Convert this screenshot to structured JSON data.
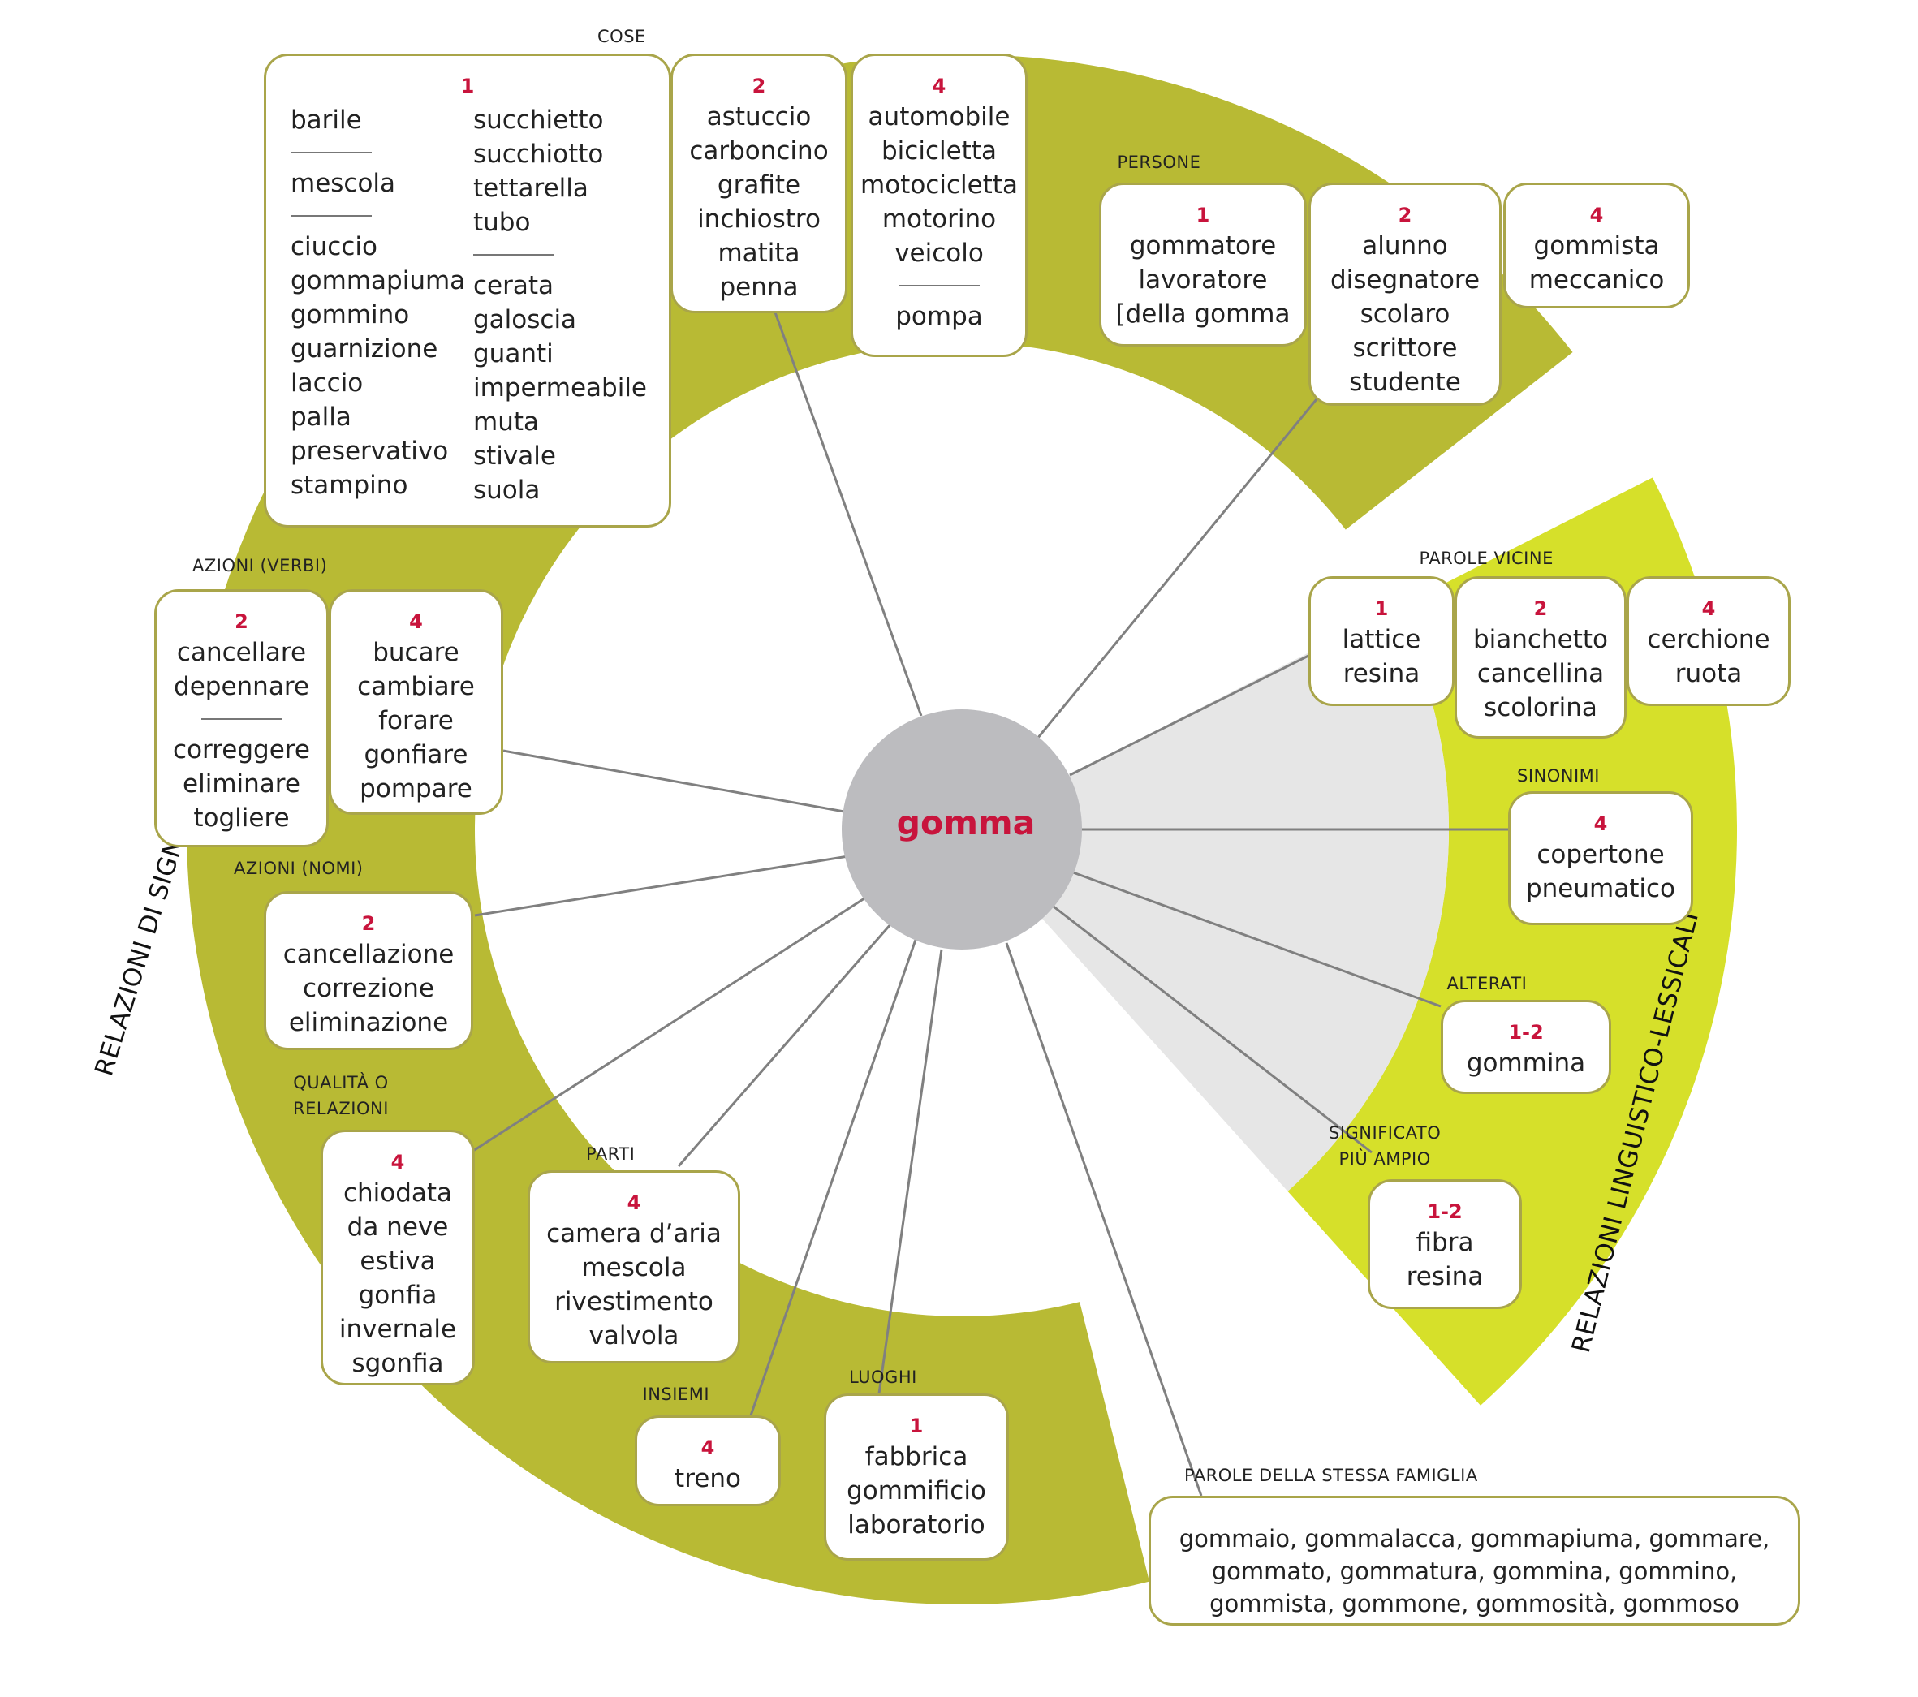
{
  "colors": {
    "dark_band": "#b8ba34",
    "light_band": "#d6e02a",
    "grey_wedge": "#e6e6e6",
    "center_circle": "#bcbcbf",
    "number": "#c8143c",
    "line": "#808080"
  },
  "center": "gomma",
  "side_left": "RELAZIONI DI SIGNIFICATO",
  "side_right": "RELAZIONI LINGUISTICO-LESSICALI",
  "categories": {
    "cose": "COSE",
    "persone": "PERSONE",
    "azioni_verbi": "AZIONI (VERBI)",
    "azioni_nomi": "AZIONI (NOMI)",
    "qualita_1": "QUALITÀ O",
    "qualita_2": "RELAZIONI",
    "parti": "PARTI",
    "insiemi": "INSIEMI",
    "luoghi": "LUOGHI",
    "parole_vicine": "PAROLE VICINE",
    "sinonimi": "SINONIMI",
    "alterati": "ALTERATI",
    "significato_1": "SIGNIFICATO",
    "significato_2": "PIÙ AMPIO",
    "famiglia": "PAROLE DELLA STESSA FAMIGLIA"
  },
  "boxes": {
    "cose1": {
      "num": "1",
      "left": [
        [
          "barile"
        ],
        [
          "mescola"
        ],
        [
          "ciuccio",
          "gommapiuma",
          "gommino",
          "guarnizione",
          "laccio",
          "palla",
          "preservativo",
          "stampino"
        ]
      ],
      "right": [
        [
          "succhietto",
          "succhiotto",
          "tettarella",
          "tubo"
        ],
        [
          "cerata",
          "galoscia",
          "guanti",
          "impermeabile",
          "muta",
          "stivale",
          "suola"
        ]
      ]
    },
    "cose2": {
      "num": "2",
      "groups": [
        [
          "astuccio",
          "carboncino",
          "grafite",
          "inchiostro",
          "matita",
          "penna"
        ]
      ]
    },
    "cose4": {
      "num": "4",
      "groups": [
        [
          "automobile",
          "bicicletta",
          "motocicletta",
          "motorino",
          "veicolo"
        ],
        [
          "pompa"
        ]
      ]
    },
    "persone1": {
      "num": "1",
      "groups": [
        [
          "gommatore",
          "lavoratore",
          "[della gomma"
        ]
      ]
    },
    "persone2": {
      "num": "2",
      "groups": [
        [
          "alunno",
          "disegnatore",
          "scolaro",
          "scrittore",
          "studente"
        ]
      ]
    },
    "persone4": {
      "num": "4",
      "groups": [
        [
          "gommista",
          "meccanico"
        ]
      ]
    },
    "verbi2": {
      "num": "2",
      "groups": [
        [
          "cancellare",
          "depennare"
        ],
        [
          "correggere",
          "eliminare",
          "togliere"
        ]
      ]
    },
    "verbi4": {
      "num": "4",
      "groups": [
        [
          "bucare",
          "cambiare",
          "forare",
          "gonfiare",
          "pompare"
        ]
      ]
    },
    "nomi2": {
      "num": "2",
      "groups": [
        [
          "cancellazione",
          "correzione",
          "eliminazione"
        ]
      ]
    },
    "qualita4": {
      "num": "4",
      "groups": [
        [
          "chiodata",
          "da neve",
          "estiva",
          "gonfia",
          "invernale",
          "sgonfia"
        ]
      ]
    },
    "parti4": {
      "num": "4",
      "groups": [
        [
          "camera d’aria",
          "mescola",
          "rivestimento",
          "valvola"
        ]
      ]
    },
    "insiemi4": {
      "num": "4",
      "groups": [
        [
          "treno"
        ]
      ]
    },
    "luoghi1": {
      "num": "1",
      "groups": [
        [
          "fabbrica",
          "gommificio",
          "laboratorio"
        ]
      ]
    },
    "vicine1": {
      "num": "1",
      "groups": [
        [
          "lattice",
          "resina"
        ]
      ]
    },
    "vicine2": {
      "num": "2",
      "groups": [
        [
          "bianchetto",
          "cancellina",
          "scolorina"
        ]
      ]
    },
    "vicine4": {
      "num": "4",
      "groups": [
        [
          "cerchione",
          "ruota"
        ]
      ]
    },
    "sinonimi4": {
      "num": "4",
      "groups": [
        [
          "copertone",
          "pneumatico"
        ]
      ]
    },
    "alterati12": {
      "num": "1-2",
      "groups": [
        [
          "gommina"
        ]
      ]
    },
    "significato12": {
      "num": "1-2",
      "groups": [
        [
          "fibra",
          "resina"
        ]
      ]
    },
    "famiglia": {
      "lines": [
        "gommaio, gommalacca, gommapiuma, gommare,",
        "gommato, gommatura, gommina, gommino,",
        "gommista, gommone, gommosità, gommoso"
      ]
    }
  }
}
